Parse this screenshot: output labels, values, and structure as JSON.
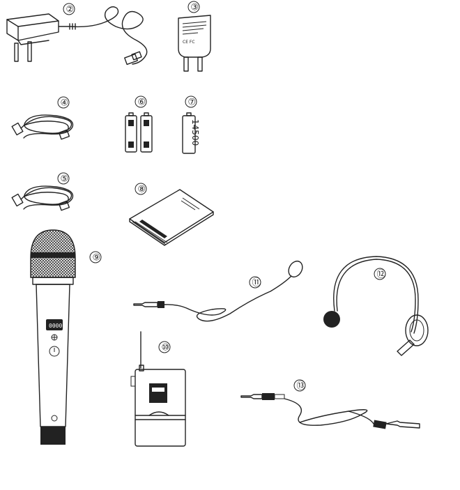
{
  "items": [
    {
      "number": "②",
      "icon": "power-adapter-icon"
    },
    {
      "number": "③",
      "icon": "charger-icon"
    },
    {
      "number": "④",
      "icon": "usb-cable-icon"
    },
    {
      "number": "⑤",
      "icon": "usb-cable-icon"
    },
    {
      "number": "⑥",
      "icon": "aa-batteries-icon"
    },
    {
      "number": "⑦",
      "icon": "battery-14500-icon"
    },
    {
      "number": "⑧",
      "icon": "user-manual-icon"
    },
    {
      "number": "⑨",
      "icon": "handheld-microphone-icon"
    },
    {
      "number": "⑩",
      "icon": "bodypack-transmitter-icon"
    },
    {
      "number": "⑪",
      "icon": "lavalier-microphone-icon"
    },
    {
      "number": "⑫",
      "icon": "headset-microphone-icon"
    },
    {
      "number": "⑬",
      "icon": "instrument-cable-icon"
    }
  ],
  "labels": {
    "battery_text": "14500",
    "mic_display": "0000",
    "charger_marks": "CE FC"
  }
}
